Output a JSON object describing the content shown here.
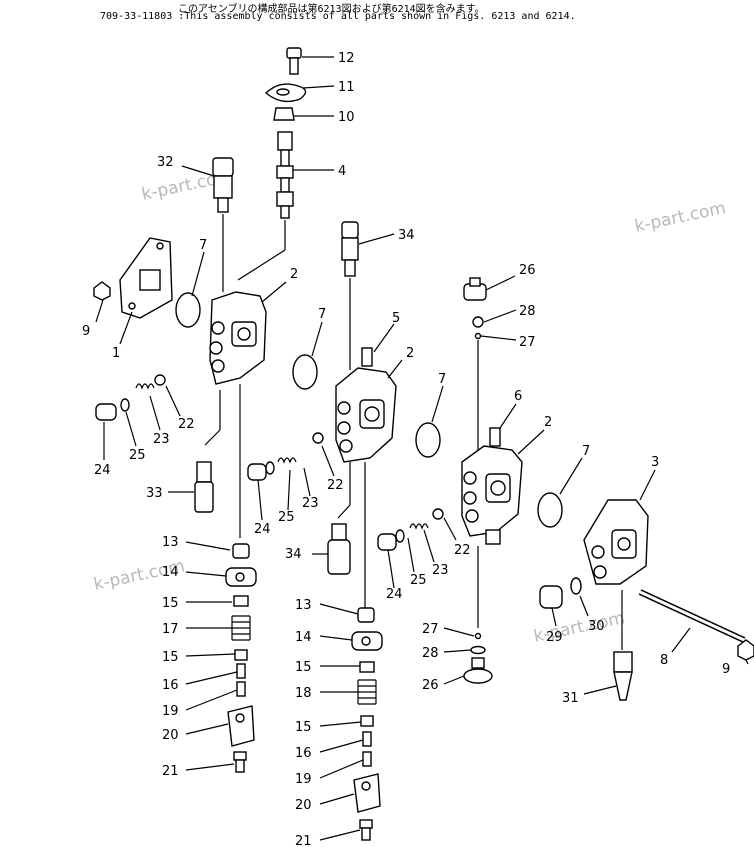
{
  "header": {
    "line1": "このアセンブリの構成部品は第6213図および第6214図を含みます。",
    "line2": "709-33-11803 :This assembly consists of all parts shown in Figs. 6213 and 6214."
  },
  "watermarks": [
    "k-part.com",
    "k-part.com",
    "k-part.com",
    "k-part.com"
  ],
  "callouts": [
    "12",
    "11",
    "10",
    "4",
    "32",
    "34",
    "7",
    "2",
    "9",
    "1",
    "26",
    "28",
    "27",
    "5",
    "2",
    "7",
    "7",
    "22",
    "23",
    "25",
    "24",
    "6",
    "2",
    "3",
    "33",
    "7",
    "22",
    "23",
    "25",
    "24",
    "13",
    "14",
    "15",
    "17",
    "15",
    "16",
    "19",
    "20",
    "21",
    "22",
    "23",
    "25",
    "24",
    "34",
    "13",
    "14",
    "15",
    "18",
    "15",
    "16",
    "19",
    "20",
    "21",
    "27",
    "28",
    "26",
    "30",
    "29",
    "8",
    "9",
    "31"
  ]
}
